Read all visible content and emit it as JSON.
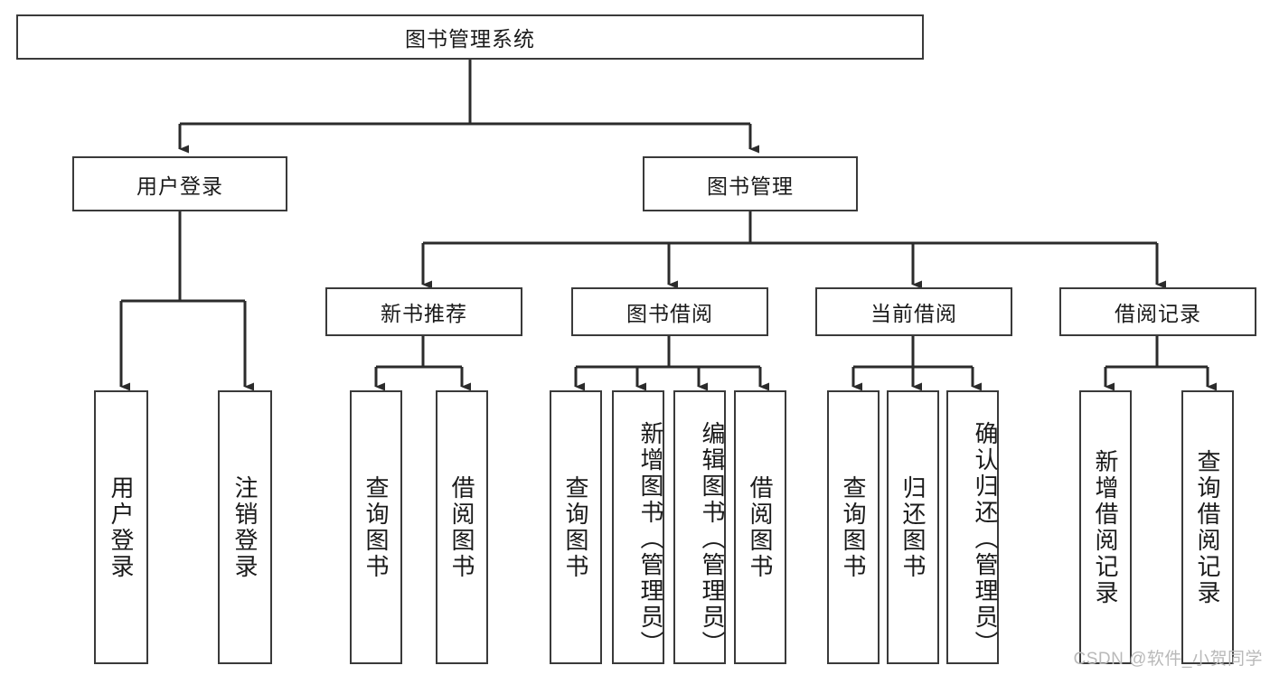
{
  "diagram": {
    "title": "图书管理系统",
    "type": "tree",
    "orientation": "top-down",
    "colors": {
      "background": "#ffffff",
      "box_border": "#3a3a3a",
      "box_fill": "#ffffff",
      "edge": "#2b2b2b",
      "text": "#1a1a1a",
      "watermark": "#b9b9b9"
    },
    "nodes": {
      "root": {
        "label": "图书管理系统",
        "level": 0
      },
      "user_login": {
        "label": "用户登录",
        "level": 1
      },
      "book_manage": {
        "label": "图书管理",
        "level": 1
      },
      "new_book_rec": {
        "label": "新书推荐",
        "level": 2
      },
      "book_borrow": {
        "label": "图书借阅",
        "level": 2
      },
      "current_borrow": {
        "label": "当前借阅",
        "level": 2
      },
      "borrow_record": {
        "label": "借阅记录",
        "level": 2
      },
      "leaf_user_login": {
        "label": "用户登录",
        "level": 2
      },
      "leaf_logout": {
        "label": "注销登录",
        "level": 2
      },
      "leaf_query_book_a": {
        "label": "查询图书",
        "level": 3
      },
      "leaf_borrow_book_a": {
        "label": "借阅图书",
        "level": 3
      },
      "leaf_query_book_b": {
        "label": "查询图书",
        "level": 3
      },
      "leaf_add_book": {
        "label": "新增图书（管理员）",
        "level": 3
      },
      "leaf_edit_book": {
        "label": "编辑图书（管理员）",
        "level": 3
      },
      "leaf_borrow_book_b": {
        "label": "借阅图书",
        "level": 3
      },
      "leaf_query_book_c": {
        "label": "查询图书",
        "level": 3
      },
      "leaf_return_book": {
        "label": "归还图书",
        "level": 3
      },
      "leaf_confirm_return": {
        "label": "确认归还（管理员）",
        "level": 3
      },
      "leaf_add_record": {
        "label": "新增借阅记录",
        "level": 3
      },
      "leaf_query_record": {
        "label": "查询借阅记录",
        "level": 3
      }
    },
    "edges": [
      {
        "from": "root",
        "to": "user_login"
      },
      {
        "from": "root",
        "to": "book_manage"
      },
      {
        "from": "user_login",
        "to": "leaf_user_login"
      },
      {
        "from": "user_login",
        "to": "leaf_logout"
      },
      {
        "from": "book_manage",
        "to": "new_book_rec"
      },
      {
        "from": "book_manage",
        "to": "book_borrow"
      },
      {
        "from": "book_manage",
        "to": "current_borrow"
      },
      {
        "from": "book_manage",
        "to": "borrow_record"
      },
      {
        "from": "new_book_rec",
        "to": "leaf_query_book_a"
      },
      {
        "from": "new_book_rec",
        "to": "leaf_borrow_book_a"
      },
      {
        "from": "book_borrow",
        "to": "leaf_query_book_b"
      },
      {
        "from": "book_borrow",
        "to": "leaf_add_book"
      },
      {
        "from": "book_borrow",
        "to": "leaf_edit_book"
      },
      {
        "from": "book_borrow",
        "to": "leaf_borrow_book_b"
      },
      {
        "from": "current_borrow",
        "to": "leaf_query_book_c"
      },
      {
        "from": "current_borrow",
        "to": "leaf_return_book"
      },
      {
        "from": "current_borrow",
        "to": "leaf_confirm_return"
      },
      {
        "from": "borrow_record",
        "to": "leaf_add_record"
      },
      {
        "from": "borrow_record",
        "to": "leaf_query_record"
      }
    ]
  },
  "watermark": {
    "text": "CSDN @软件_小贺同学"
  }
}
